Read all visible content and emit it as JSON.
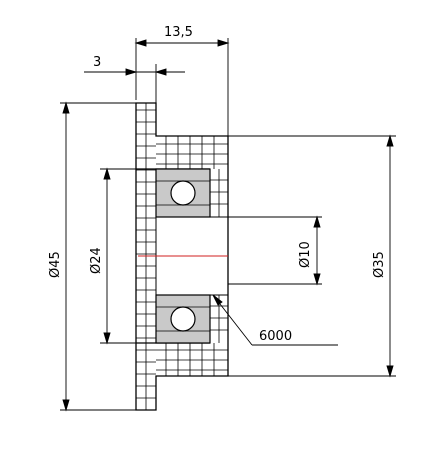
{
  "drawing": {
    "dimensions": {
      "flange_width": "13,5",
      "flange_thickness": "3",
      "outer_diameter": "Ø45",
      "hub_diameter": "Ø35",
      "bearing_outer_diameter": "Ø24",
      "bore_diameter": "Ø10",
      "bearing_code": "6000"
    },
    "colors": {
      "line": "#000000",
      "bearing_fill": "#c9c9c9",
      "centerline": "#d21f1f",
      "background": "#ffffff"
    }
  }
}
